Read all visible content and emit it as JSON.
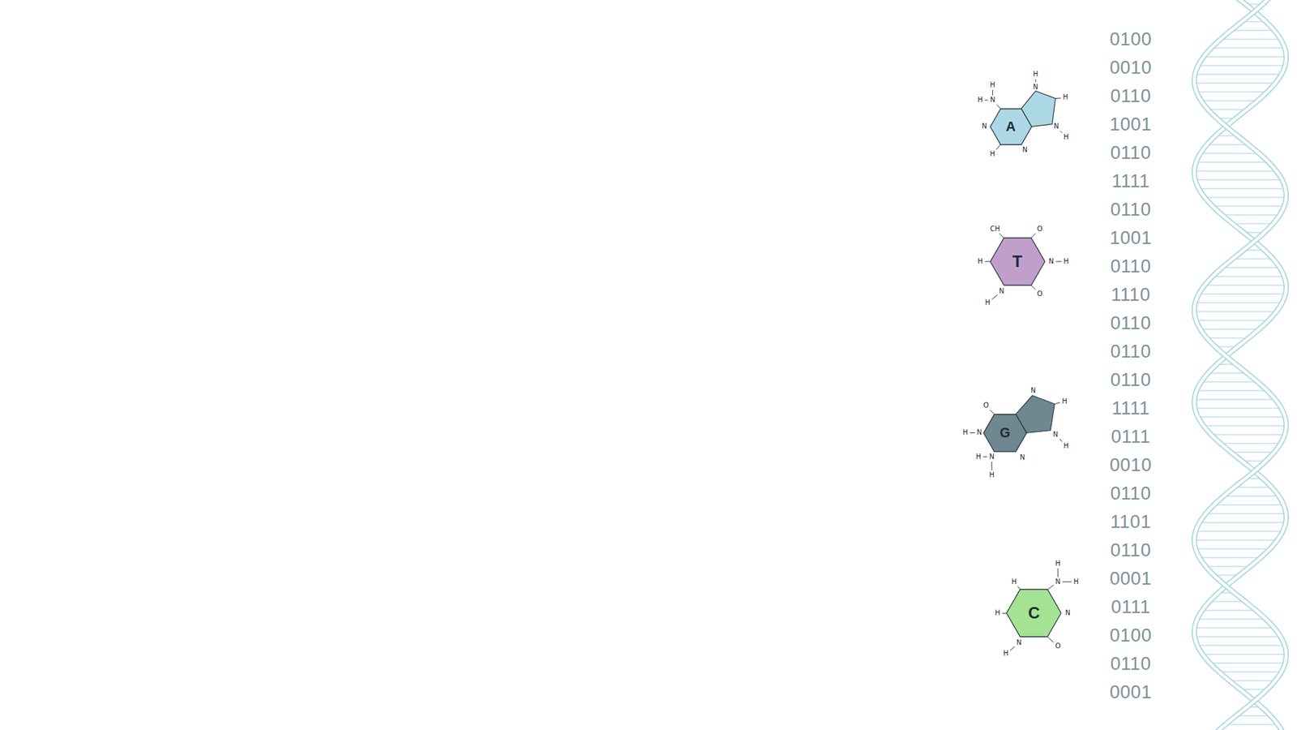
{
  "diagram": {
    "nodes": [
      {
        "text": [
          "A"
        ]
      },
      {
        "text": [
          "T"
        ]
      },
      {
        "text": [
          "G"
        ]
      },
      {
        "text": [
          "C"
        ]
      }
    ],
    "labels": [
      "H",
      "H",
      "N",
      "N",
      "H",
      "N",
      "H",
      "N",
      "H",
      "N",
      "H",
      "CH",
      "O",
      "H",
      "N",
      "H",
      "N",
      "H",
      "O",
      "O",
      "H",
      "N",
      "H",
      "N",
      "H",
      "N",
      "N",
      "H",
      "N",
      "H",
      "H",
      "N",
      "H",
      "H",
      "H",
      "N",
      "N",
      "H",
      "O",
      "0100",
      "0010",
      "0110",
      "1001",
      "0110",
      "1111",
      "0110",
      "1001",
      "0110",
      "1110",
      "0110",
      "0110",
      "0110",
      "1111",
      "0111",
      "0010",
      "0110",
      "1101",
      "0110",
      "0001",
      "0111",
      "0100",
      "0110",
      "0001"
    ]
  }
}
